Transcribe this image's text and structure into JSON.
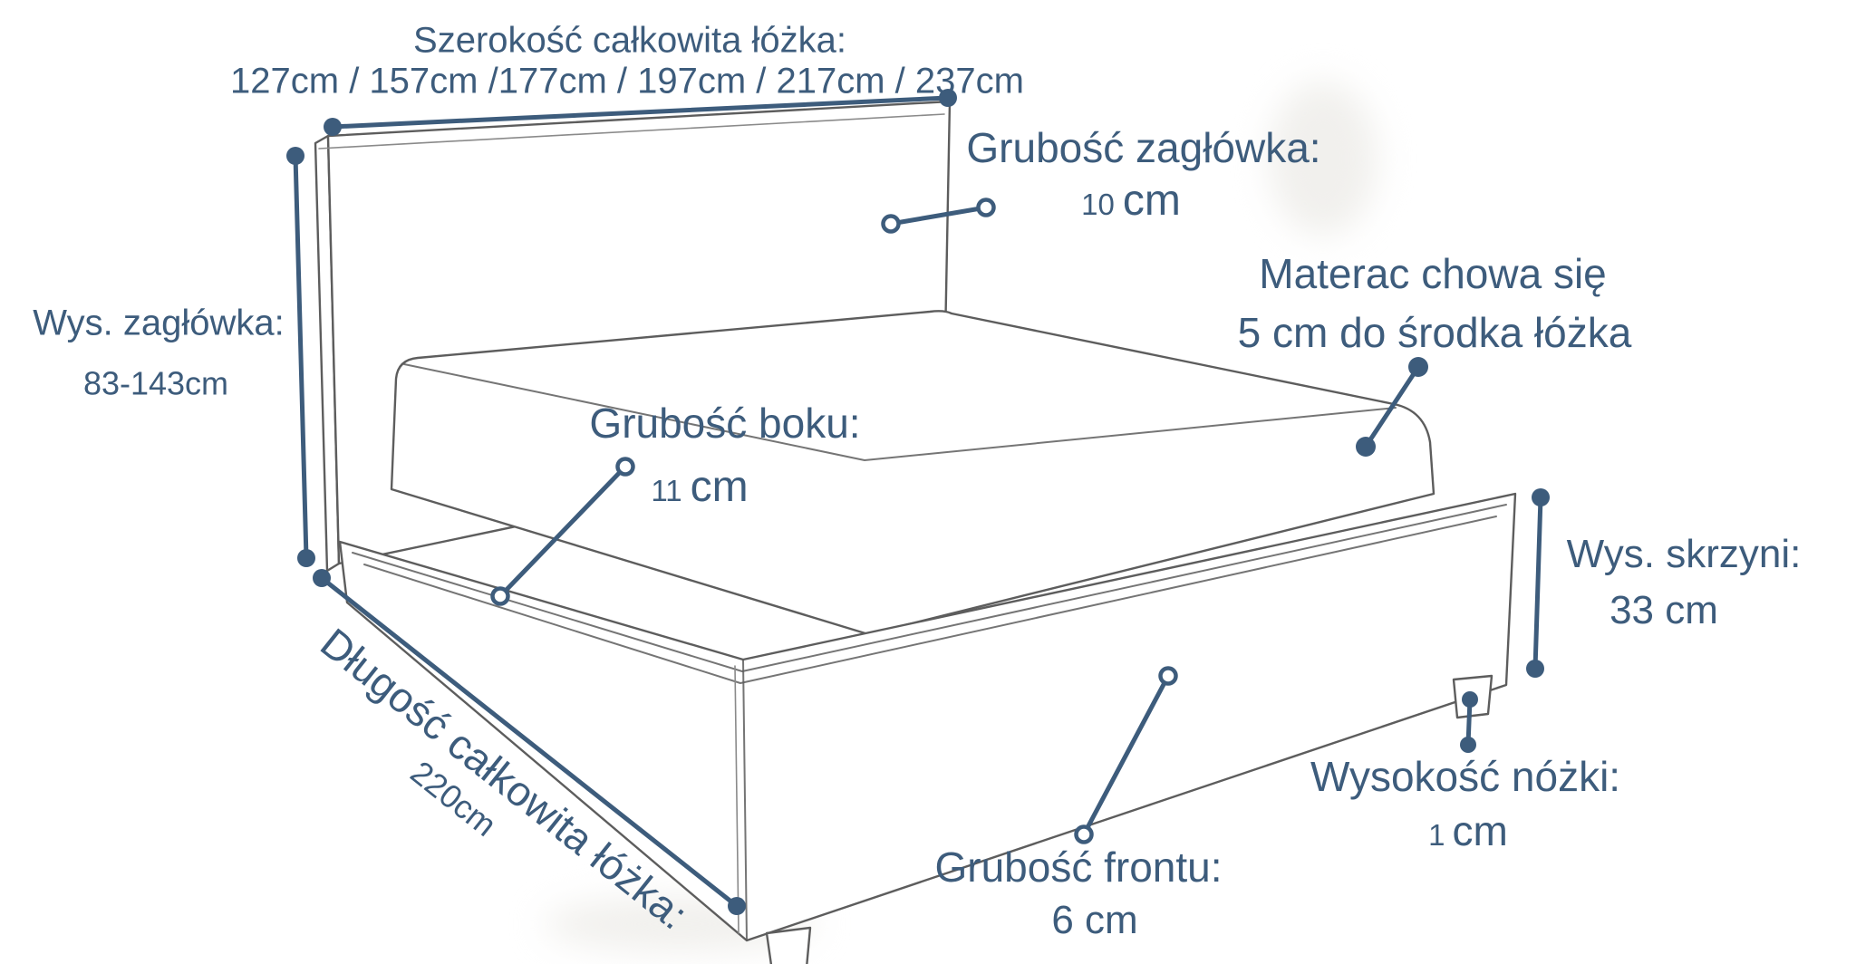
{
  "diagram": {
    "subject": "bed-dimensions-diagram",
    "language": "pl"
  },
  "colors": {
    "annotation": "#3d5c7c",
    "sketch": "#5d5d5d",
    "background": "#ffffff"
  },
  "annotations": {
    "total_width": {
      "title": "Szerokość całkowita łóżka:",
      "values": "127cm / 157cm /177cm / 197cm / 217cm / 237cm"
    },
    "headboard_height": {
      "title": "Wys. zagłówka:",
      "value": "83-143cm"
    },
    "headboard_thickness": {
      "title": "Grubość zagłówka:",
      "value_number": "10",
      "value_unit": "cm"
    },
    "mattress_inset": {
      "line1": "Materac chowa się",
      "line2": "5 cm do środka łóżka"
    },
    "side_thickness": {
      "title": "Grubość boku:",
      "value_number": "11",
      "value_unit": "cm"
    },
    "box_height": {
      "title": "Wys. skrzyni:",
      "value": "33 cm"
    },
    "total_length": {
      "title": "Długość całkowita łóżka:",
      "value": "220cm"
    },
    "front_thickness": {
      "title": "Grubość frontu:",
      "value": "6 cm"
    },
    "leg_height": {
      "title": "Wysokość nóżki:",
      "value_number": "1",
      "value_unit": "cm"
    }
  }
}
